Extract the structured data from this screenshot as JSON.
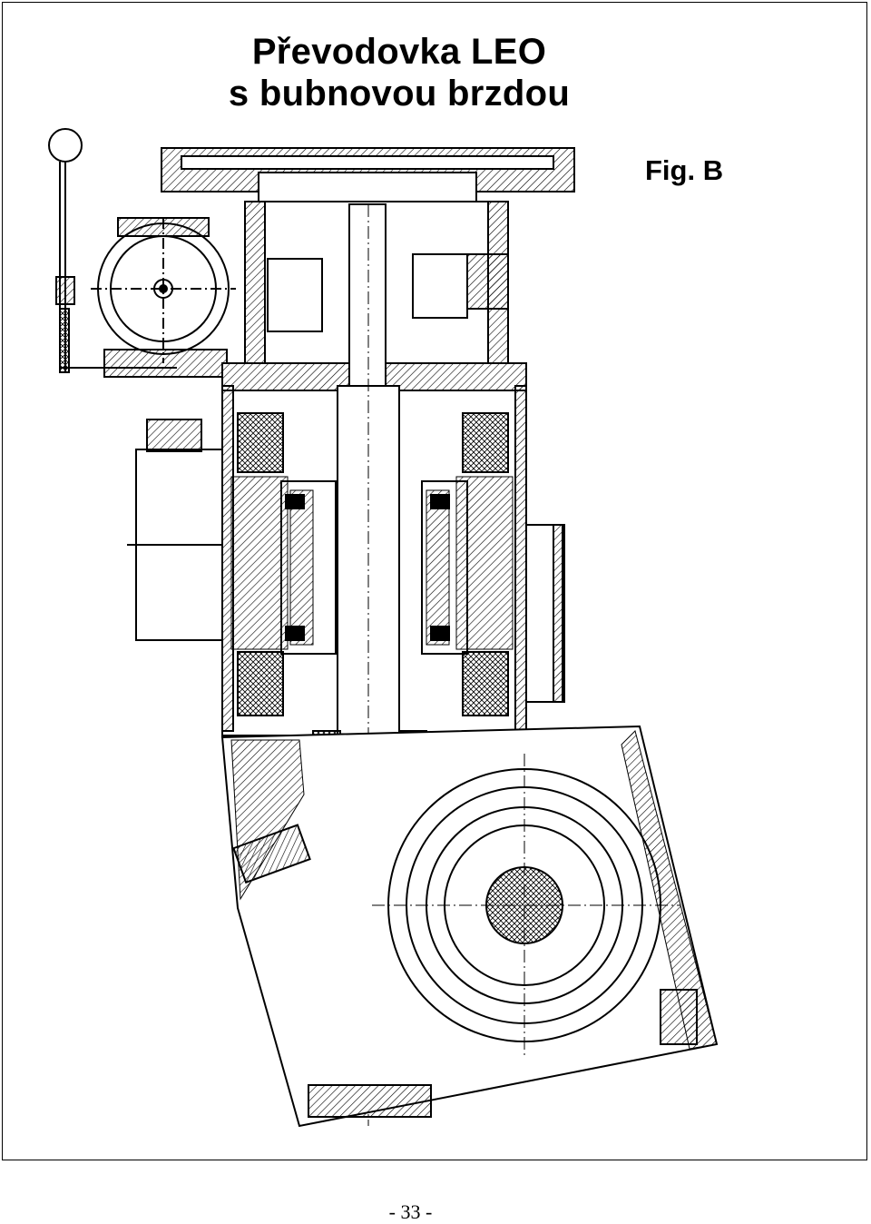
{
  "title": {
    "line1": "Převodovka LEO",
    "line2": "s bubnovou brzdou"
  },
  "figure": {
    "label": "Fig. B"
  },
  "footer": {
    "page_number": "- 33 -"
  }
}
